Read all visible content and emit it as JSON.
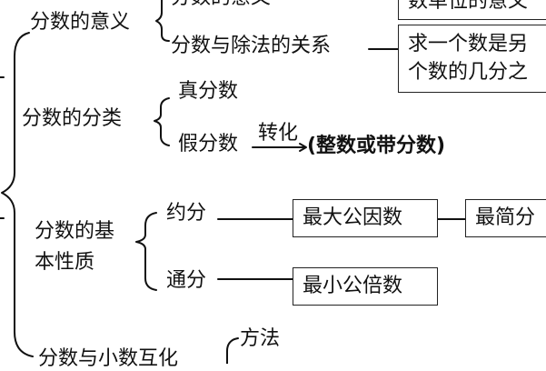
{
  "nodes": {
    "meaning": "分数的意义",
    "meaning_child_1": "分数的意义",
    "meaning_child_2": "分数与除法的关系",
    "box_unit": "数单位的意义",
    "box_ask_line1": "求一个数是另",
    "box_ask_line2": "个数的几分之",
    "classification": "分数的分类",
    "proper": "真分数",
    "improper": "假分数",
    "convert": "转化",
    "integer_mixed": "(整数或带分数)",
    "basic_line1": "分数的基",
    "basic_line2": "本性质",
    "reduce": "约分",
    "common_denom": "通分",
    "gcf": "最大公因数",
    "simplest": "最简分",
    "lcm": "最小公倍数",
    "interconvert": "分数与小数互化",
    "method": "方法"
  }
}
